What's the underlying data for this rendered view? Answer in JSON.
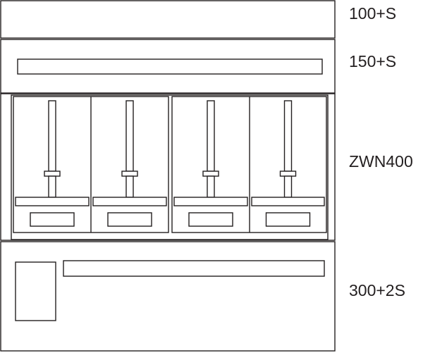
{
  "sections": [
    {
      "id": "top",
      "label": "100+S"
    },
    {
      "id": "second",
      "label": "150+S"
    },
    {
      "id": "meters",
      "label": "ZWN400",
      "module_count": 4
    },
    {
      "id": "bottom",
      "label": "300+2S"
    }
  ],
  "colors": {
    "stroke": "#231f20",
    "fill": "#ffffff",
    "background": "#ffffff"
  }
}
